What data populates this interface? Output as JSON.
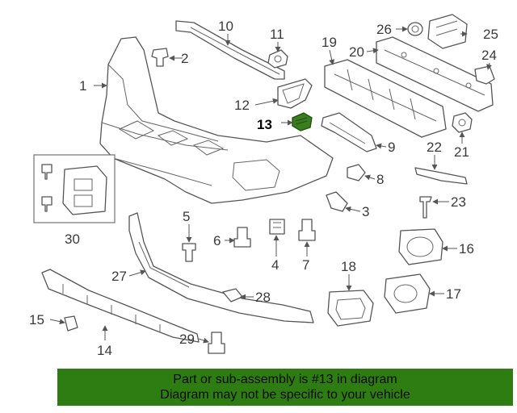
{
  "callouts": {
    "c1": "1",
    "c2": "2",
    "c3": "3",
    "c4": "4",
    "c5": "5",
    "c6": "6",
    "c7": "7",
    "c8": "8",
    "c9": "9",
    "c10": "10",
    "c11": "11",
    "c12": "12",
    "c13": "13",
    "c14": "14",
    "c15": "15",
    "c16": "16",
    "c17": "17",
    "c18": "18",
    "c19": "19",
    "c20": "20",
    "c21": "21",
    "c22": "22",
    "c23": "23",
    "c24": "24",
    "c25": "25",
    "c26": "26",
    "c27": "27",
    "c28": "28",
    "c29": "29",
    "c30": "30"
  },
  "highlight": {
    "part": "13",
    "color": "#3a7d1f"
  },
  "banner": {
    "line1": "Part or sub-assembly is #13 in diagram",
    "line2": "Diagram may not be specific to your vehicle",
    "color": "#2e7d12"
  }
}
